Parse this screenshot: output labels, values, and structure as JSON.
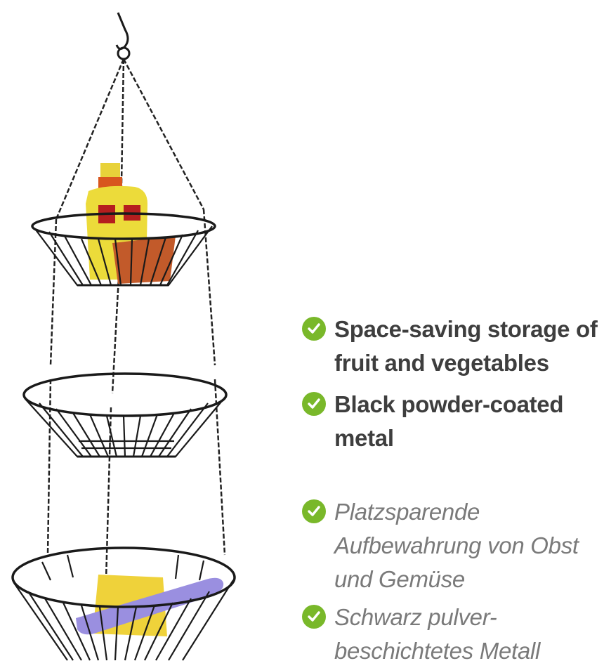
{
  "colors": {
    "check_green": "#79b82a",
    "english_text": "#3e3e3e",
    "german_text": "#7a7a7a",
    "basket_metal": "#1a1a1a"
  },
  "product_image": {
    "icon": "three-tier-hanging-basket-icon"
  },
  "features": [
    {
      "icon": "check-circle-icon",
      "text": "Space-saving storage of\nfruit and vegetables",
      "lang": "en"
    },
    {
      "icon": "check-circle-icon",
      "text": "Black powder-coated\nmetal",
      "lang": "en"
    },
    {
      "icon": "check-circle-icon",
      "text": "Platzsparende\nAufbewahrung von Obst\nund Gemüse",
      "lang": "de"
    },
    {
      "icon": "check-circle-icon",
      "text": "Schwarz pulver-\nbeschichtetes Metall",
      "lang": "de"
    }
  ]
}
